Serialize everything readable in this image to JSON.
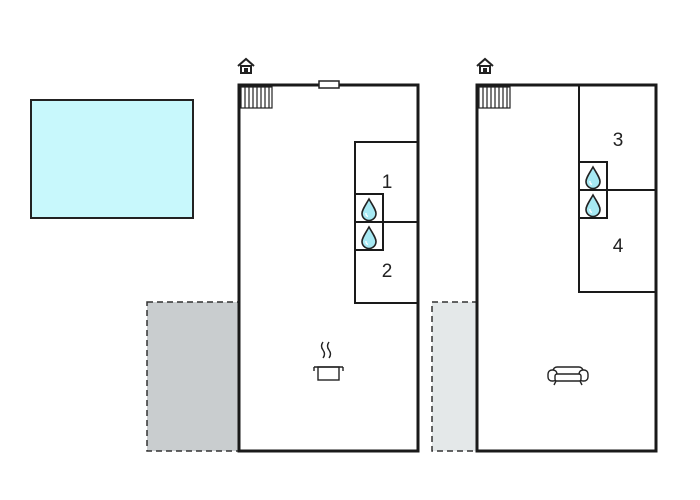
{
  "floor_plan": {
    "ground_floor": {
      "entrance_icon": "house-entrance-icon",
      "stairs_icon": "stairs-icon",
      "kitchen_icon": "cooking-pot-icon",
      "bathroom_icon": "water-drop-icon",
      "rooms": [
        {
          "label": "1"
        },
        {
          "label": "2"
        }
      ]
    },
    "upper_floor": {
      "entrance_icon": "house-entrance-icon",
      "stairs_icon": "stairs-icon",
      "living_icon": "sofa-icon",
      "bathroom_icon": "water-drop-icon",
      "rooms": [
        {
          "label": "3"
        },
        {
          "label": "4"
        }
      ]
    },
    "outdoor": {
      "pool_icon": "pool-area",
      "terrace_icon": "terrace-area"
    },
    "colors": {
      "wall": "#1a1a1a",
      "pool": "#c8f8fc",
      "terrace_ground": "#c9cdcf",
      "terrace_upper": "#e4e8e9"
    }
  }
}
